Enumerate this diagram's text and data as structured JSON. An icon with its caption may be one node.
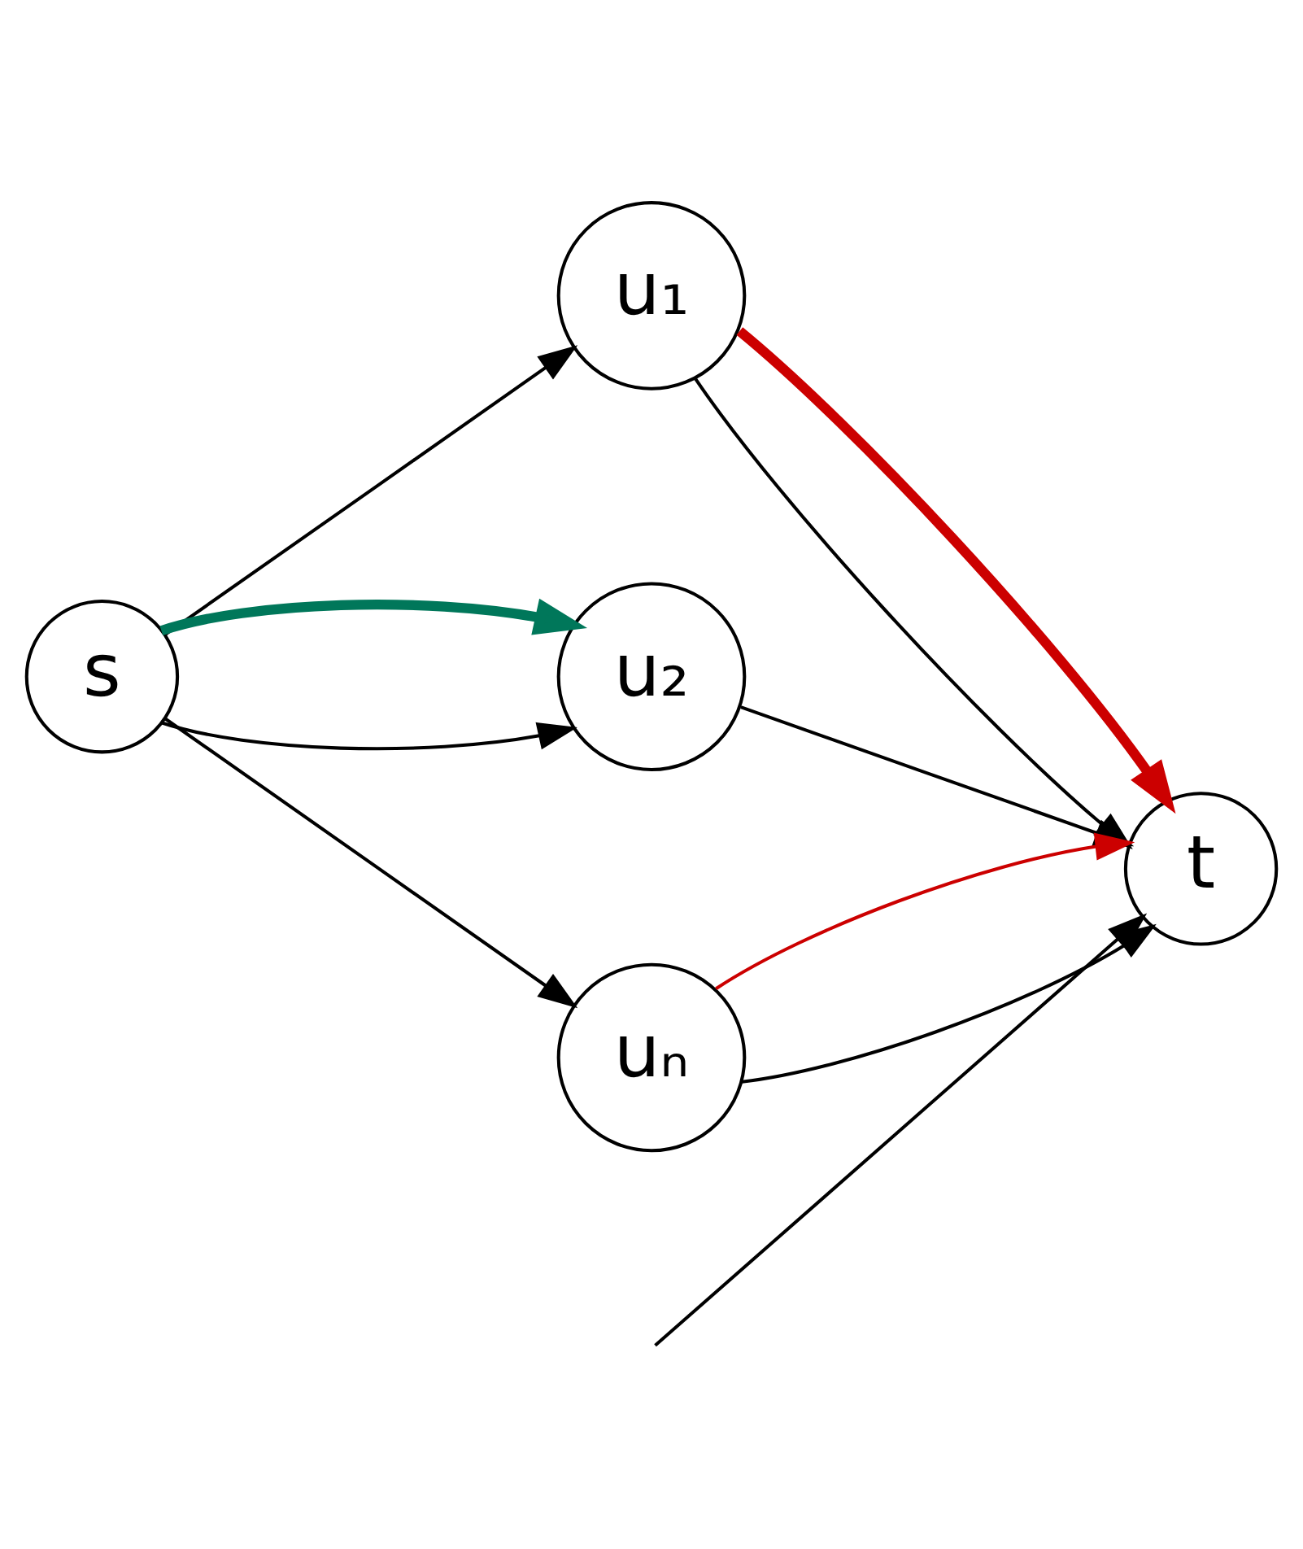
{
  "diagram": {
    "nodes": [
      {
        "text": [
          "u₁"
        ]
      },
      {
        "text": [
          "u₂"
        ]
      },
      {
        "text": [
          "s"
        ]
      },
      {
        "text": [
          "t"
        ]
      },
      {
        "text": [
          "uₙ"
        ]
      }
    ],
    "edges": [
      {
        "from": 2,
        "to": 0,
        "arrow": "to"
      },
      {
        "from": 0,
        "to": 3,
        "arrow": "to"
      },
      {
        "from": 0,
        "to": 3,
        "arrow": "to",
        "style": "thick",
        "color": "#cc0000"
      },
      {
        "from": 2,
        "to": 1,
        "arrow": "to"
      },
      {
        "from": 2,
        "to": 1,
        "arrow": "to",
        "style": "thick",
        "color": "#00775a"
      },
      {
        "from": 1,
        "to": 3,
        "arrow": "to"
      },
      {
        "from": null,
        "to": 3,
        "arrow": "to"
      },
      {
        "from": 2,
        "to": 4,
        "arrow": "to"
      },
      {
        "from": 4,
        "to": 3,
        "arrow": "to"
      },
      {
        "from": 4,
        "to": 3,
        "arrow": "to",
        "color": "#cc0000"
      }
    ]
  }
}
